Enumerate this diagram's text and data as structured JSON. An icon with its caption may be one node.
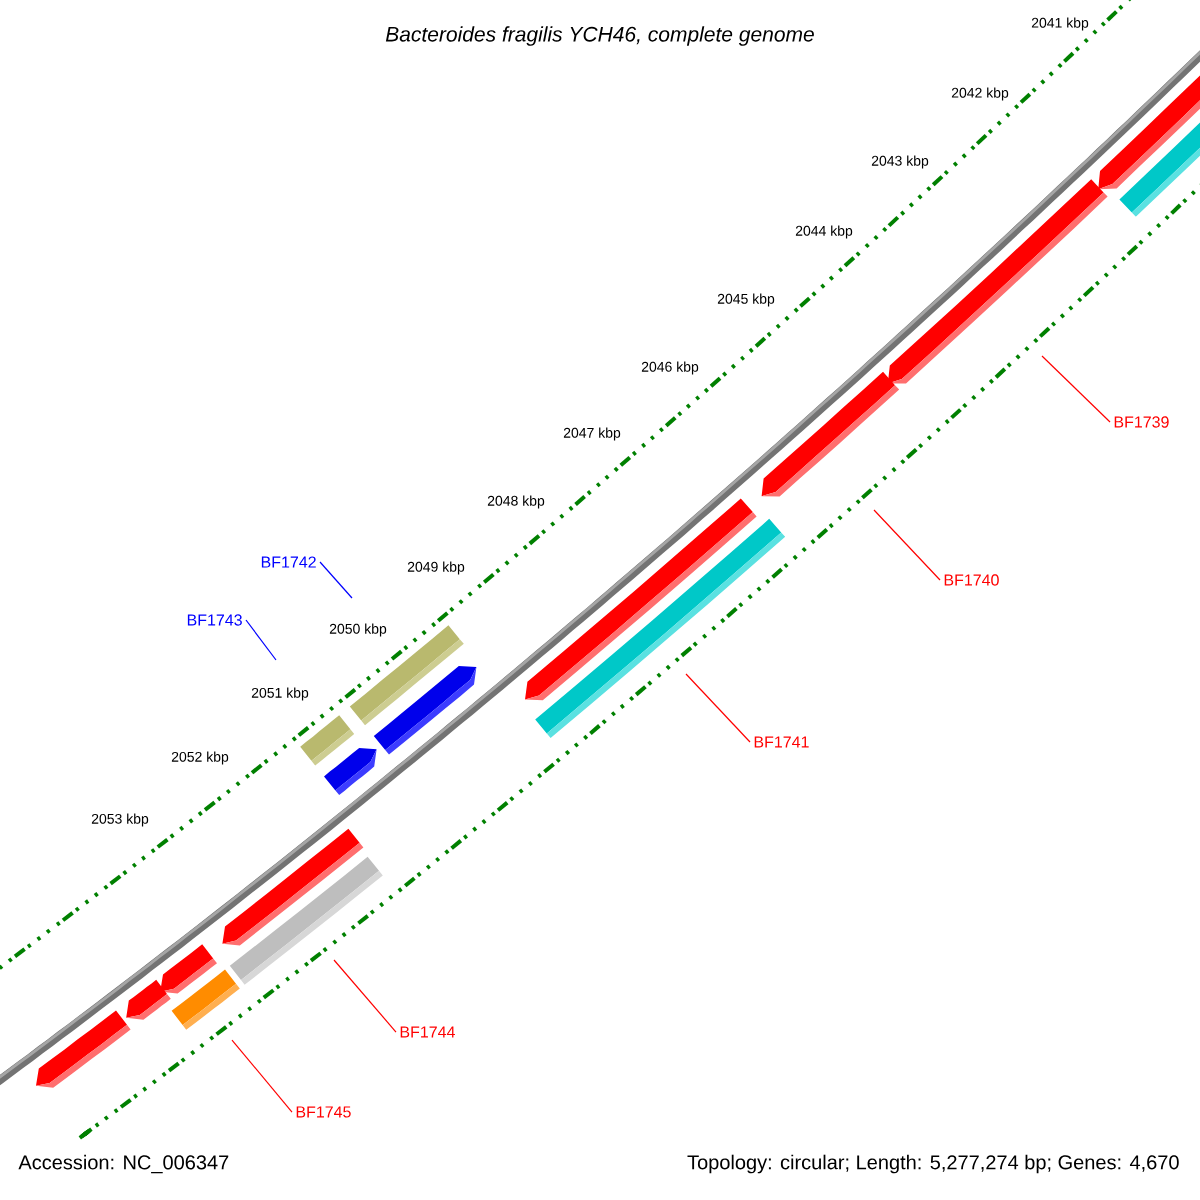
{
  "diagram": {
    "title": "Bacteroides fragilis YCH46, complete genome",
    "nodes": [
      {
        "text": [
          "BF1739"
        ]
      },
      {
        "text": [
          "BF1742"
        ]
      },
      {
        "text": [
          "BF1740"
        ]
      },
      {
        "text": [
          "BF1743"
        ]
      },
      {
        "text": [
          "BF1741"
        ]
      },
      {
        "text": [
          "BF1744"
        ]
      },
      {
        "text": [
          "BF1745"
        ]
      }
    ],
    "edges": [
      {
        "from": 0,
        "to": null,
        "arrow": "none"
      },
      {
        "from": 1,
        "to": null,
        "arrow": "none",
        "color": "#0000ff"
      },
      {
        "from": 2,
        "to": null,
        "arrow": "none"
      },
      {
        "from": 3,
        "to": null,
        "arrow": "none",
        "color": "#0000ff"
      },
      {
        "from": 4,
        "to": null,
        "arrow": "none"
      },
      {
        "from": 5,
        "to": null,
        "arrow": "none"
      },
      {
        "from": 6,
        "to": null,
        "arrow": "none"
      }
    ],
    "labels": [
      "2041 kbp",
      "2042 kbp",
      "2043 kbp",
      "2044 kbp",
      "2045 kbp",
      "2046 kbp",
      "2047 kbp",
      "2048 kbp",
      "2049 kbp",
      "2050 kbp",
      "2051 kbp",
      "2052 kbp",
      "2053 kbp",
      "Accession: NC_006347",
      "Topology: circular; Length: 5,277,274 bp; Genes: 4,670"
    ]
  }
}
